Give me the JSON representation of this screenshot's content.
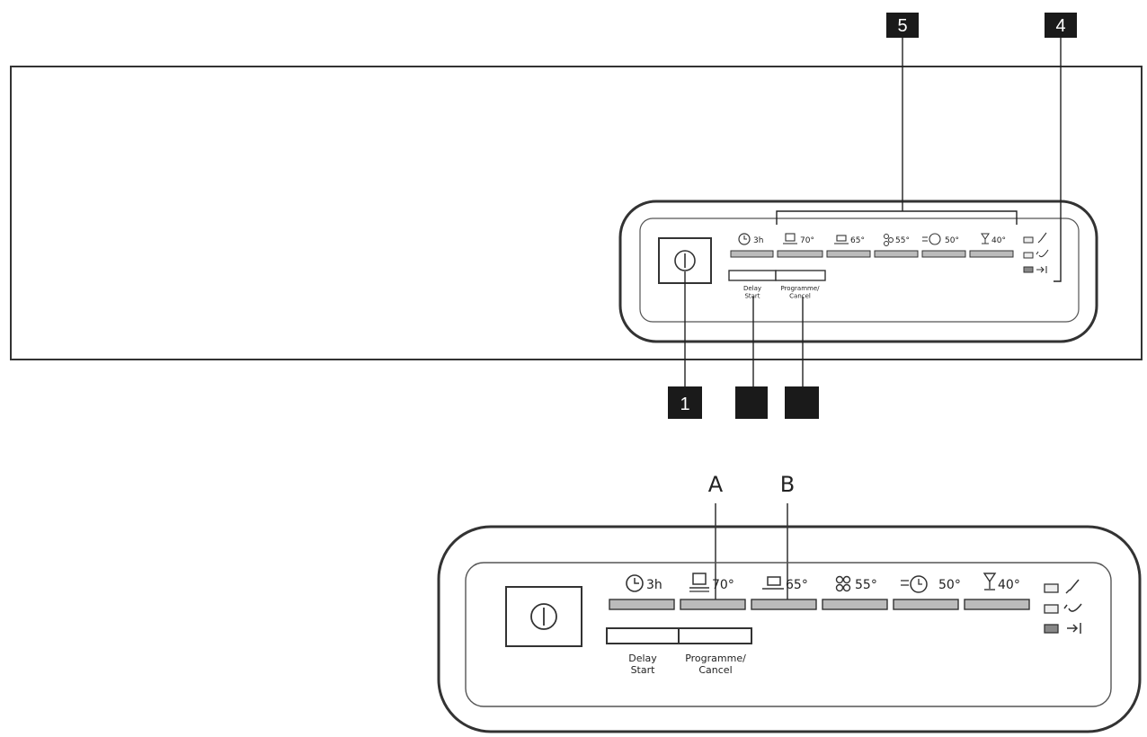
{
  "callouts": {
    "top": [
      "5",
      "4"
    ],
    "bottom": [
      "1",
      "",
      ""
    ]
  },
  "letter_labels": [
    "A",
    "B"
  ],
  "programmes": [
    {
      "icon": "clock-icon",
      "label": "3h"
    },
    {
      "icon": "pot-icon",
      "label": "70°"
    },
    {
      "icon": "plate-cup-icon",
      "label": "65°"
    },
    {
      "icon": "eco-icon",
      "label": "55°"
    },
    {
      "icon": "quick-30-icon",
      "label": "50°"
    },
    {
      "icon": "glass-icon",
      "label": "40°"
    }
  ],
  "buttons": {
    "delay_start": "Delay\nStart",
    "programme_cancel": "Programme/\nCancel"
  },
  "indicators": [
    {
      "icon": "rinse-aid-icon"
    },
    {
      "icon": "salt-icon"
    },
    {
      "icon": "end-icon"
    }
  ]
}
